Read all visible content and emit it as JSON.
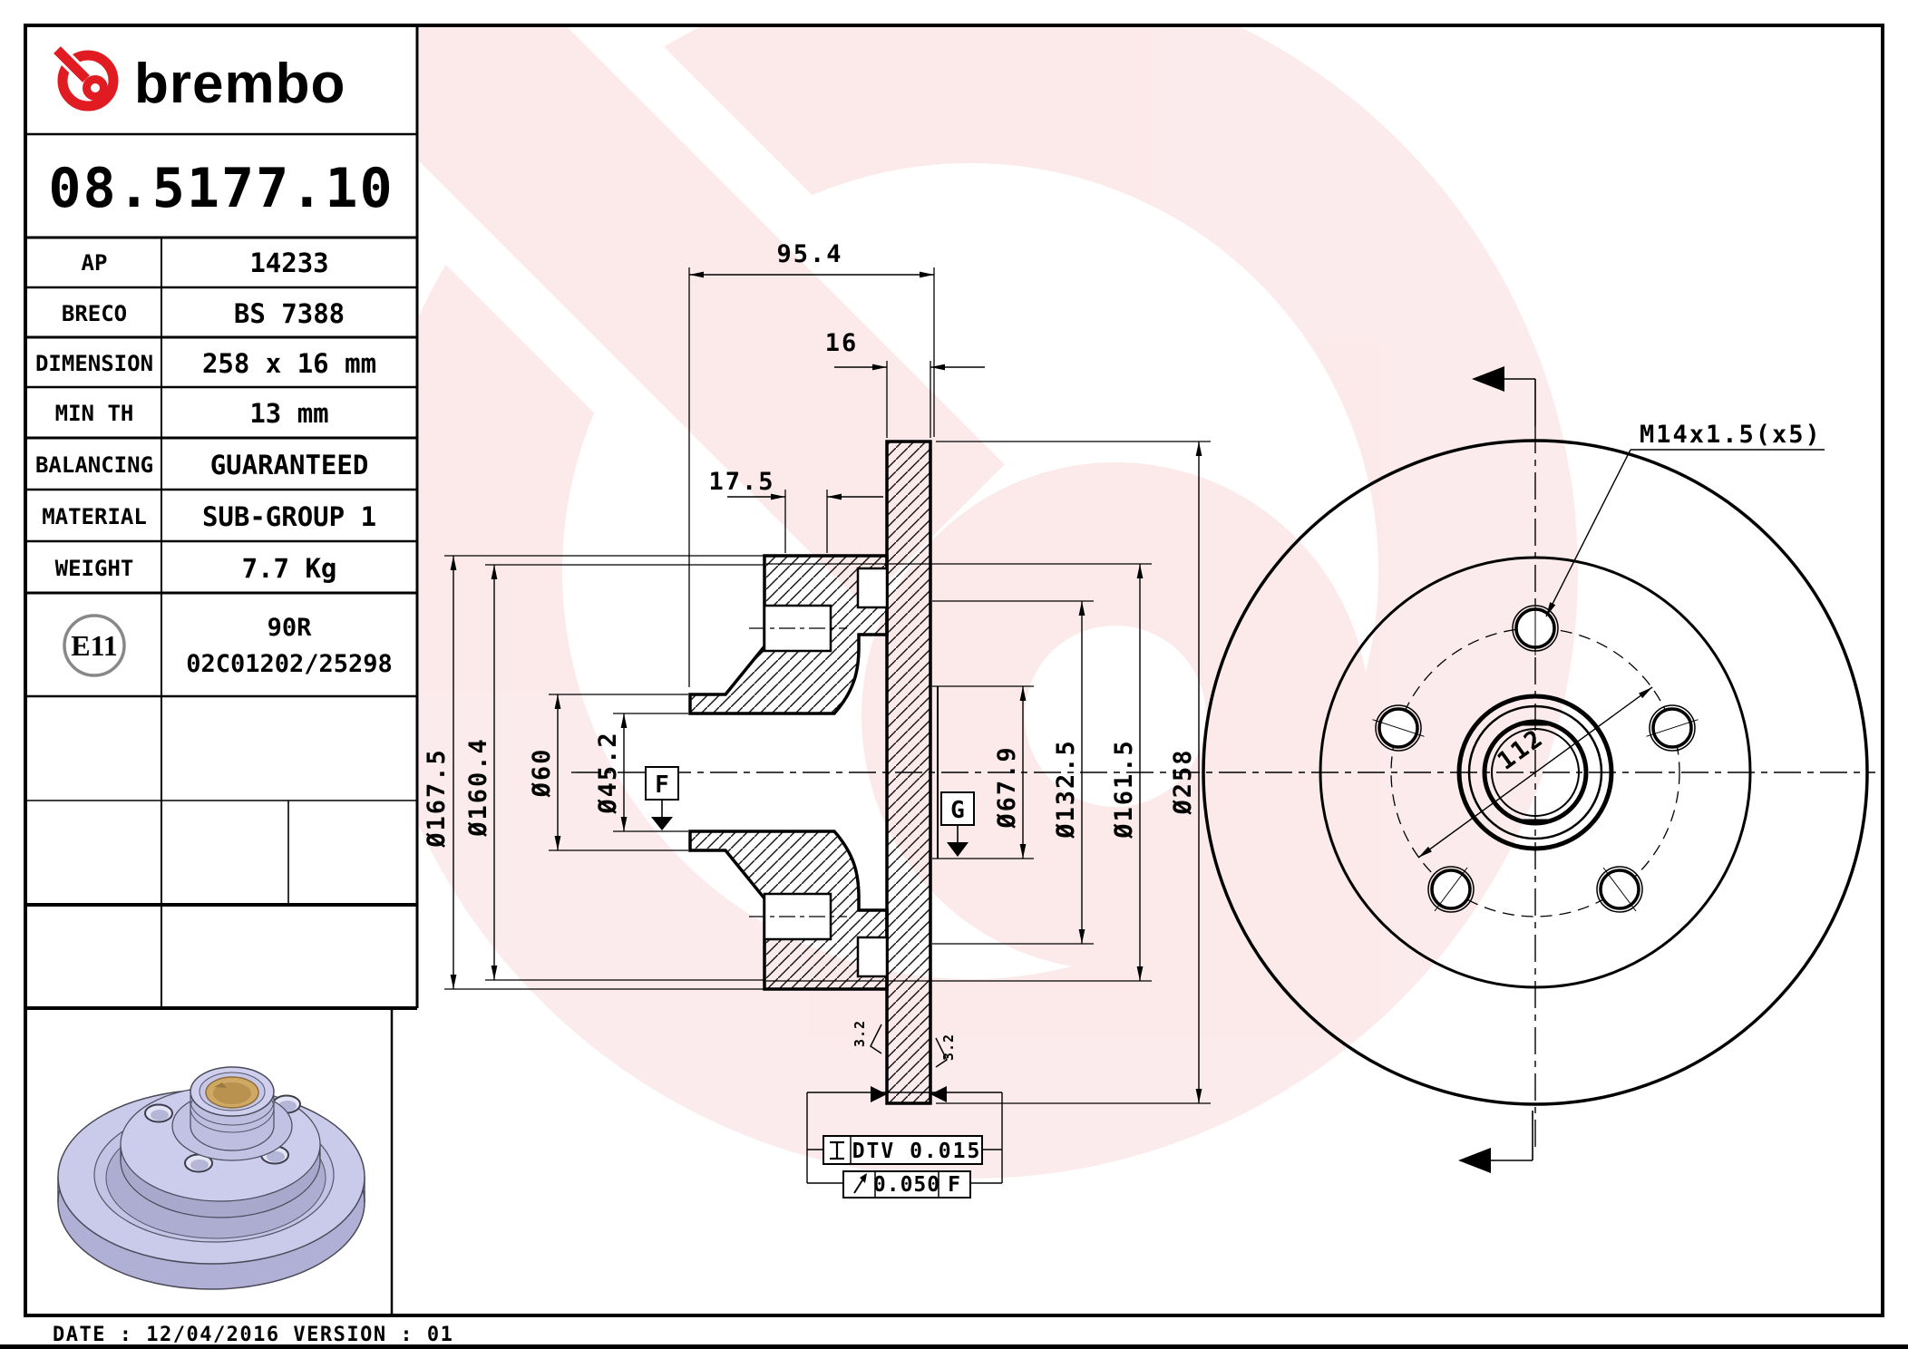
{
  "brand": {
    "wordmark": "brembo"
  },
  "part_number": "08.5177.10",
  "spec_table": {
    "rows": [
      {
        "label": "AP",
        "value": "14233"
      },
      {
        "label": "BRECO",
        "value": "BS 7388"
      },
      {
        "label": "DIMENSION",
        "value": "258 x 16 mm"
      },
      {
        "label": "MIN TH",
        "value": "13 mm"
      },
      {
        "label": "BALANCING",
        "value": "GUARANTEED"
      },
      {
        "label": "MATERIAL",
        "value": "SUB-GROUP 1"
      },
      {
        "label": "WEIGHT",
        "value": "7.7 Kg"
      }
    ]
  },
  "approval": {
    "badge": "E11",
    "line1": "90R",
    "line2": "02C01202/25298"
  },
  "footer": {
    "text": "DATE : 12/04/2016 VERSION : 01"
  },
  "colors": {
    "brand_red": "#e11b22",
    "watermark_red": "#e23c46",
    "disc_lavender": "#cacaea",
    "bore_gold": "#cfa963"
  },
  "drawing": {
    "dimensions": {
      "overall_width": "95.4",
      "disc_thickness": "16",
      "flange_thickness": "17.5",
      "d_outer_flange": "Ø167.5",
      "d_flange": "Ø160.4",
      "d_pilot": "Ø60",
      "d_bore": "Ø45.2",
      "d_rear_pilot": "Ø67.9",
      "d_inner": "Ø132.5",
      "d_hat": "Ø161.5",
      "d_disc": "Ø258",
      "bolt_circle": "112",
      "thread": "M14x1.5(x5)",
      "surface_left": "3.2",
      "surface_right": "3.2"
    },
    "datum_flags": {
      "f": "F",
      "g": "G"
    },
    "tolerances": {
      "dtv": "DTV 0.015",
      "runout_value": "0.050",
      "runout_datum": "F"
    }
  }
}
